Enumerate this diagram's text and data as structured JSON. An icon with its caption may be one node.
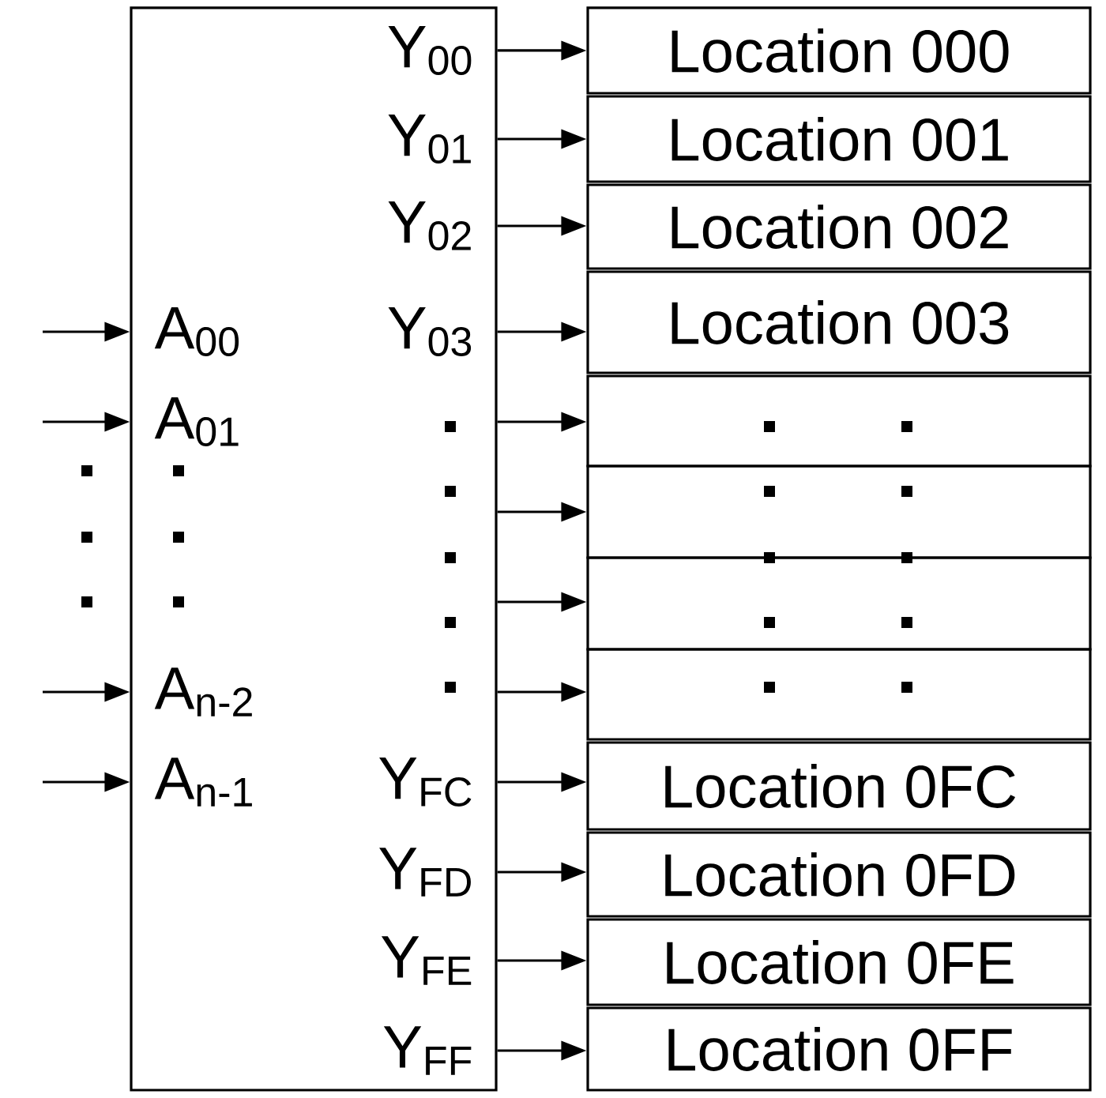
{
  "diagram": {
    "nodes": [
      {
        "text": [],
        "shape": "box"
      },
      {
        "text": [
          "Location 000"
        ]
      },
      {
        "text": [
          "Location 001"
        ]
      },
      {
        "text": [
          "Location 002"
        ]
      },
      {
        "text": [
          "Location 003"
        ]
      },
      {
        "text": [],
        "shape": "box"
      },
      {
        "text": [],
        "shape": "box"
      },
      {
        "text": [],
        "shape": "box"
      },
      {
        "text": [],
        "shape": "box"
      },
      {
        "text": [
          "Location 0FC"
        ]
      },
      {
        "text": [
          "Location 0FD"
        ]
      },
      {
        "text": [
          "Location 0FE"
        ]
      },
      {
        "text": [
          "Location 0FF"
        ]
      }
    ],
    "edges": [
      {
        "from": null,
        "to": 0,
        "arrow": "to"
      },
      {
        "from": null,
        "to": 0,
        "arrow": "to"
      },
      {
        "from": null,
        "to": 0,
        "arrow": "to"
      },
      {
        "from": null,
        "to": 0,
        "arrow": "to"
      },
      {
        "from": 0,
        "to": 1,
        "arrow": "to"
      },
      {
        "from": 0,
        "to": 2,
        "arrow": "to"
      },
      {
        "from": 0,
        "to": 3,
        "arrow": "to"
      },
      {
        "from": 0,
        "to": 4,
        "arrow": "to"
      },
      {
        "from": 0,
        "to": 5,
        "arrow": "to"
      },
      {
        "from": 0,
        "to": 6,
        "arrow": "to"
      },
      {
        "from": 0,
        "to": 7,
        "arrow": "to"
      },
      {
        "from": 0,
        "to": 8,
        "arrow": "to"
      },
      {
        "from": 0,
        "to": 9,
        "arrow": "to"
      },
      {
        "from": 0,
        "to": 10,
        "arrow": "to"
      },
      {
        "from": 0,
        "to": 11,
        "arrow": "to"
      },
      {
        "from": 0,
        "to": 12,
        "arrow": "to"
      }
    ],
    "labels": [
      "Y$_{00}$",
      "Y$_{01}$",
      "Y$_{02}$",
      "A$_{00}$",
      "Y$_{03}$",
      "A$_{01}$",
      "A$_{n-2}$",
      "A$_{n-1}$",
      "Y$_{FC}$",
      "Y$_{FD}$",
      "Y$_{FE}$",
      "Y$_{FF}$"
    ]
  }
}
